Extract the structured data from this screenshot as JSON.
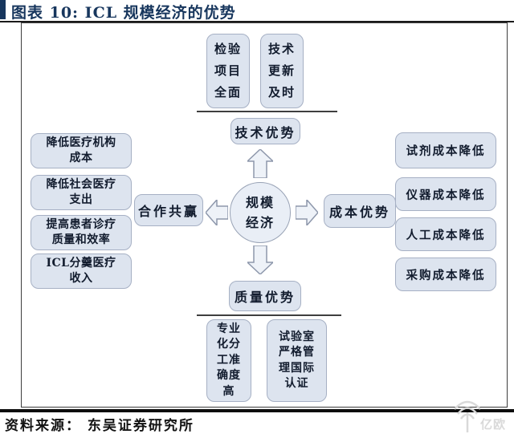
{
  "header": {
    "title": "图表 10:   ICL 规模经济的优势"
  },
  "diagram": {
    "center": {
      "label": "规模\n经济"
    },
    "top": {
      "category": "技术优势",
      "items": [
        {
          "label": "检验\n项目\n全面"
        },
        {
          "label": "技术\n更新\n及时"
        }
      ]
    },
    "left": {
      "category": "合作共赢",
      "items": [
        {
          "label": "降低医疗机构\n成本"
        },
        {
          "label": "降低社会医疗\n支出"
        },
        {
          "label": "提高患者诊疗\n质量和效率"
        },
        {
          "label": "ICL分羹医疗\n收入"
        }
      ]
    },
    "right": {
      "category": "成本优势",
      "items": [
        {
          "label": "试剂成本降低"
        },
        {
          "label": "仪器成本降低"
        },
        {
          "label": "人工成本降低"
        },
        {
          "label": "采购成本降低"
        }
      ]
    },
    "bottom": {
      "category": "质量优势",
      "items": [
        {
          "label": "专业\n化分\n工准\n确度\n高"
        },
        {
          "label": "试验室\n严格管\n理国际\n认证"
        }
      ]
    }
  },
  "footer": {
    "source": "资料来源：  东吴证券研究所"
  },
  "watermark": {
    "label": "亿欧"
  },
  "colors": {
    "title": "#17365d",
    "box_fill": "#dde4ef",
    "box_border": "#a6b0c4",
    "circle_fill": "#e9eef6",
    "rule": "#0d0d0d",
    "watermark": "#d9d9d9"
  }
}
